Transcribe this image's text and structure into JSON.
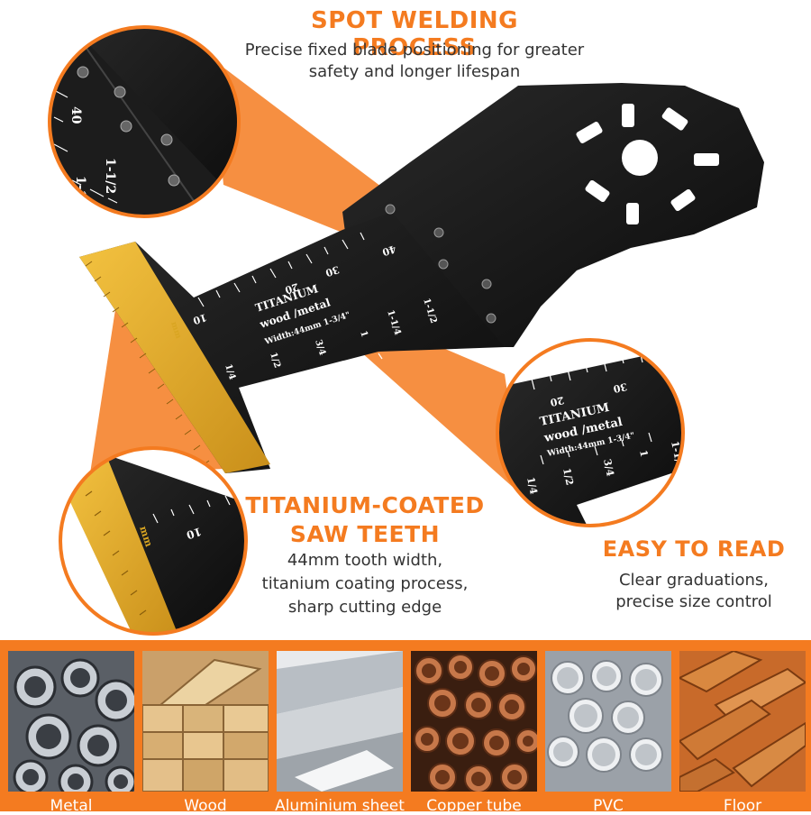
{
  "colors": {
    "accent": "#f47b20",
    "blade": "#111111",
    "teeth": "#d9a521",
    "text": "#333333"
  },
  "features": {
    "spot_welding": {
      "title": "SPOT WELDING PROCESS",
      "line1": "Precise fixed blade positioning for greater",
      "line2": "safety and longer lifespan"
    },
    "titanium": {
      "title_line1": "TITANIUM-COATED",
      "title_line2": "SAW TEETH",
      "line1": "44mm tooth width,",
      "line2": "titanium coating process,",
      "line3": "sharp cutting edge"
    },
    "easy_read": {
      "title": "EASY TO READ",
      "line1": "Clear graduations,",
      "line2": "precise size control"
    }
  },
  "blade_print": {
    "brand": "TITANIUM",
    "use": "wood /metal",
    "width": "Width:44mm 1-3/4\"",
    "unit": "mm",
    "metric_ticks": [
      "10",
      "20",
      "30",
      "40"
    ],
    "inch_ticks": [
      "1/4",
      "1/2",
      "3/4",
      "1",
      "1-1/4",
      "1-1/2"
    ]
  },
  "materials": [
    {
      "label": "Metal",
      "icon": "metal-tubes-image"
    },
    {
      "label": "Wood",
      "icon": "wood-planks-image"
    },
    {
      "label": "Aluminium sheet",
      "icon": "aluminium-sheet-image"
    },
    {
      "label": "Copper tube",
      "icon": "copper-tube-image"
    },
    {
      "label": "PVC",
      "icon": "pvc-pipes-image"
    },
    {
      "label": "Floor",
      "icon": "floor-boards-image"
    }
  ]
}
